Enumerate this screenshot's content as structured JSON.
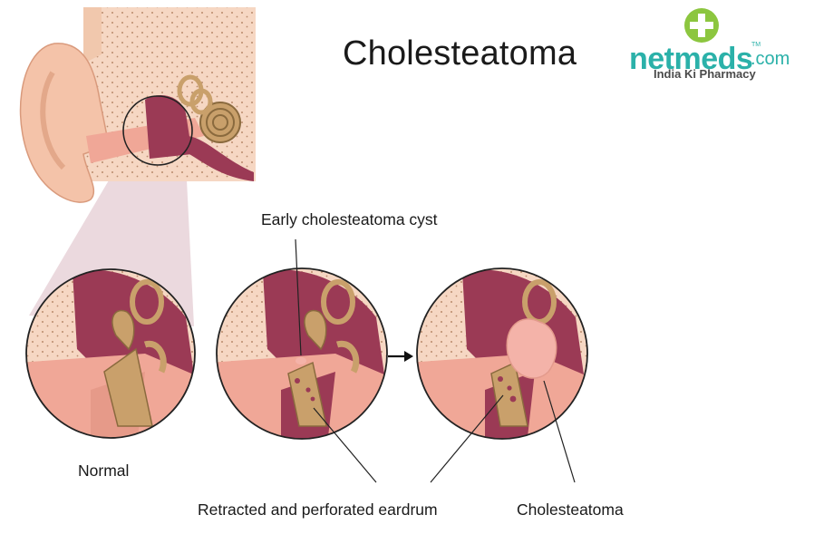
{
  "title": "Cholesteatoma",
  "logo": {
    "brand": "netmeds",
    "tld": ".com",
    "trademark": "TM",
    "tagline": "India Ki Pharmacy",
    "brand_color": "#2bb1a9",
    "plus_color": "#8cc63f",
    "icon": "plus-icon"
  },
  "labels": {
    "normal": "Normal",
    "early_cyst": "Early cholesteatoma cyst",
    "eardrum": "Retracted and perforated eardrum",
    "cholesteatoma": "Cholesteatoma"
  },
  "colors": {
    "skin": "#f3c7b0",
    "canal": "#f0a797",
    "cavity": "#9b3a55",
    "bone": "#c9a06b",
    "bone_dark": "#8a6a3e",
    "mastoid": "#f6d7c3",
    "cyst": "#f4b3a9",
    "outline": "#222222"
  }
}
